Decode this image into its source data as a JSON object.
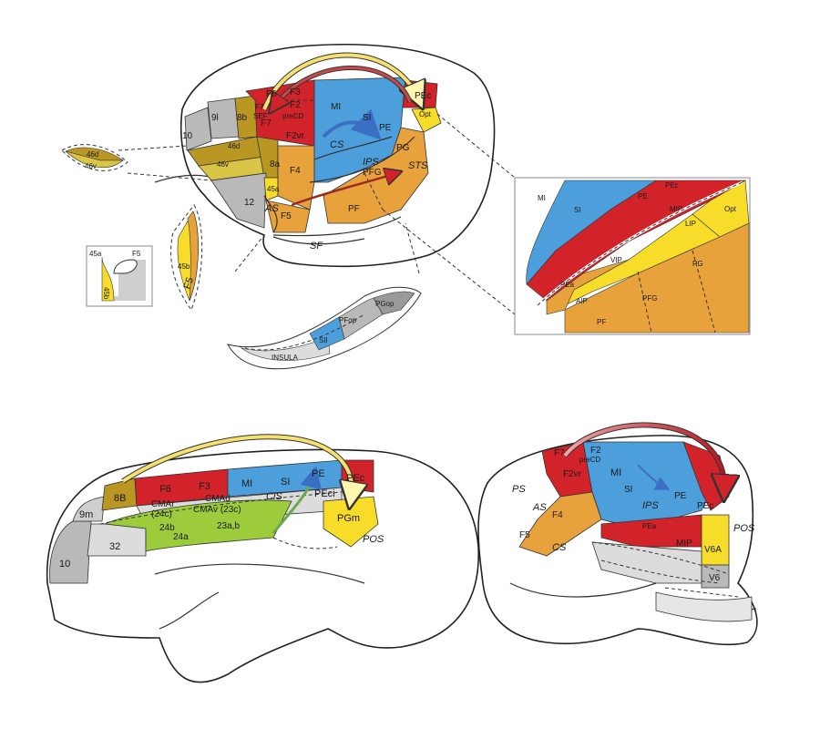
{
  "colors": {
    "red": "#d2232a",
    "blue": "#4d9fdc",
    "orange": "#e8a23c",
    "yellow": "#f7dc2a",
    "olive": "#b99722",
    "gray": "#b9b9b9",
    "lightgray": "#dcdcdc",
    "green": "#9ccb3b"
  },
  "lateral": {
    "labels": {
      "F6": "F6",
      "F3": "F3",
      "F7": "F7",
      "SEF": "SEF",
      "F2": "F2",
      "preCD": "preCD",
      "F2vr": "F2vr",
      "F4": "F4",
      "F5": "F5",
      "MI": "MI",
      "SI": "SI",
      "PE": "PE",
      "PEc": "PEc",
      "Opt": "Opt",
      "PG": "PG",
      "PFG": "PFG",
      "PF": "PF",
      "a9l": "9l",
      "a8b": "8b",
      "a10": "10",
      "a46d": "46d",
      "a46v": "46v",
      "a8a": "8a",
      "a45a": "45a",
      "a12": "12",
      "CS": "CS",
      "IPS": "IPS",
      "STS": "STS",
      "AS": "AS",
      "SF": "SF"
    }
  },
  "insets": {
    "principal": {
      "a46d": "46d",
      "a46v": "46v"
    },
    "f5": {
      "F5": "F5",
      "a45b": "45b"
    },
    "arcuate": {
      "a45a": "45a",
      "a45b": "45b",
      "F5": "F5"
    },
    "insula": {
      "SII": "SII",
      "PFop": "PFop",
      "PGop": "PGop",
      "INSULA": "INSULA"
    },
    "ips": {
      "MI": "MI",
      "SI": "SI",
      "PE": "PE",
      "PEc": "PEc",
      "MIP": "MIP",
      "LIP": "LIP",
      "Opt": "Opt",
      "VIP": "VIP",
      "PEa": "PEa",
      "AIP": "AIP",
      "PG": "PG",
      "PFG": "PFG",
      "PF": "PF"
    }
  },
  "medial": {
    "labels": {
      "F6": "F6",
      "F3": "F3",
      "MI": "MI",
      "SI": "SI",
      "PE": "PE",
      "PEc": "PEc",
      "PEci": "PEci",
      "PGm": "PGm",
      "a8B": "8B",
      "a9m": "9m",
      "a10": "10",
      "a32": "32",
      "CMAd": "CMAd",
      "CMAr": "CMAr",
      "a24c": "(24c)",
      "CMAv": "CMAv (23c)",
      "a24b": "24b",
      "a24a": "24a",
      "a23ab": "23a,b",
      "CiS": "CiS",
      "POS": "POS"
    }
  },
  "dorsal": {
    "labels": {
      "F7": "F7",
      "F2": "F2",
      "preCD": "preCD",
      "F2vr": "F2vr",
      "MI": "MI",
      "SI": "SI",
      "PE": "PE",
      "PEc": "PEc",
      "F4": "F4",
      "F5": "F5",
      "PEa": "PEa",
      "MIP": "MIP",
      "V6A": "V6A",
      "V6": "V6",
      "PS": "PS",
      "AS": "AS",
      "CS": "CS",
      "IPS": "IPS",
      "POS": "POS"
    }
  }
}
